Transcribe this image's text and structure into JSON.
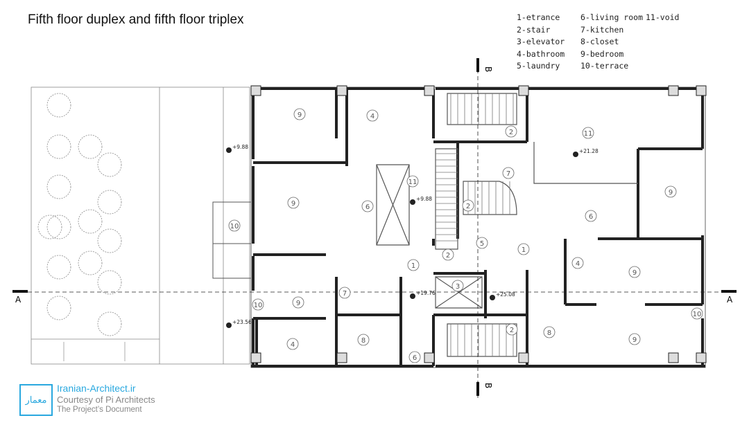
{
  "title": "Fifth floor duplex and fifth floor triplex",
  "legend": {
    "col1": [
      "1-etrance",
      "2-stair",
      "3-elevator",
      "4-bathroom",
      "5-laundry"
    ],
    "col2": [
      "6-living room",
      "7-kitchen",
      "8-closet",
      "9-bedroom",
      "10-terrace"
    ],
    "col3": [
      "11-void"
    ]
  },
  "section_marks": {
    "a_left": "A",
    "a_right": "A",
    "b_top": "B",
    "b_bottom": "B"
  },
  "elevations": [
    "+9.88",
    "+9.88",
    "+21.28",
    "+19.76",
    "+25.08",
    "+23.56"
  ],
  "room_numbers": [
    "9",
    "4",
    "2",
    "11",
    "9",
    "6",
    "11",
    "7",
    "2",
    "6",
    "9",
    "10",
    "5",
    "1",
    "2",
    "1",
    "4",
    "9",
    "7",
    "3",
    "9",
    "10",
    "10",
    "2",
    "8",
    "8",
    "6",
    "9",
    "4"
  ],
  "credits": {
    "logo_text": "معمار",
    "site": "Iranian-Architect.ir",
    "courtesy": "Courtesy of Pi Architects",
    "doc": "The Project’s Document"
  }
}
